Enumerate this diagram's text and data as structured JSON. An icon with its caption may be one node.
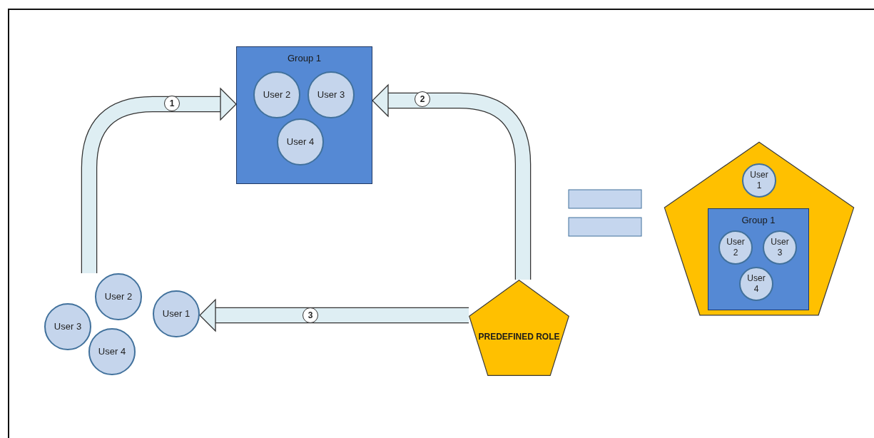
{
  "diagram": {
    "nodes": [
      {
        "text": [
          "Group 1"
        ]
      },
      {
        "text": [
          "User 2"
        ],
        "in": 0
      },
      {
        "text": [
          "User 3"
        ],
        "in": 0
      },
      {
        "text": [
          "User 4"
        ],
        "in": 0
      },
      {
        "text": [
          "User 2"
        ]
      },
      {
        "text": [
          "User 3"
        ]
      },
      {
        "text": [
          "User 4"
        ]
      },
      {
        "text": [
          "User 1"
        ]
      },
      {
        "text": [
          "PREDEFINED ROLE"
        ]
      },
      {
        "text": [],
        "shape": "pentagon"
      },
      {
        "text": [
          "User 1"
        ],
        "in": 9
      },
      {
        "text": [
          "Group 1"
        ],
        "in": 9
      },
      {
        "text": [
          "User 2"
        ],
        "in": 11
      },
      {
        "text": [
          "User 3"
        ],
        "in": 11
      },
      {
        "text": [
          "User 4"
        ],
        "in": 11
      }
    ],
    "edges": [
      {
        "from": 4,
        "to": 0,
        "arrow": "to",
        "label": "1"
      },
      {
        "from": 8,
        "to": 0,
        "arrow": "to",
        "label": "2"
      },
      {
        "from": 8,
        "to": 7,
        "arrow": "to",
        "label": "3"
      }
    ]
  }
}
